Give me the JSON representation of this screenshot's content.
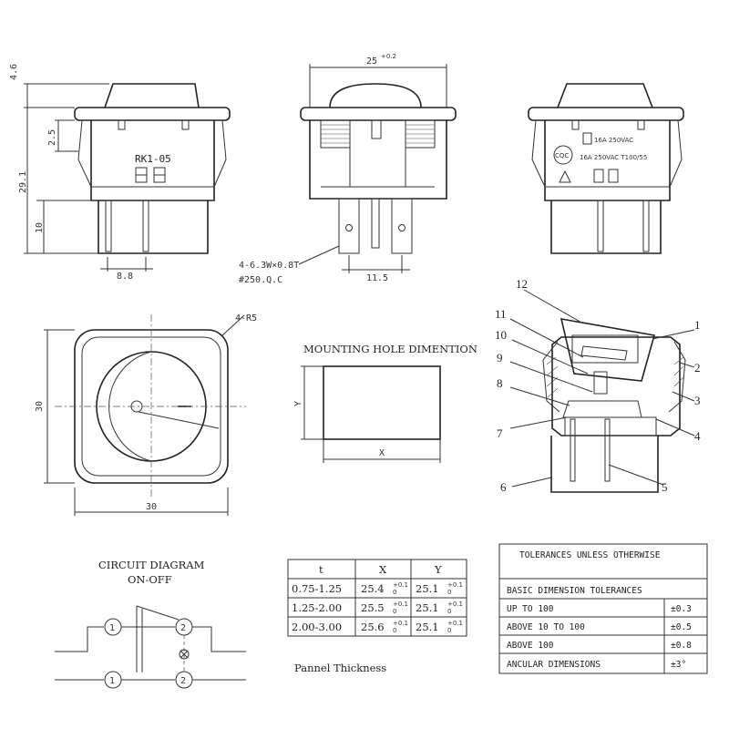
{
  "dimensions": {
    "top_height": "4.6",
    "upper_height": "2.5",
    "total_height": "29.1",
    "pin_height": "10",
    "pin_spacing": "8.8",
    "width_top": "25",
    "width_top_tol": "+0.2",
    "pin_pitch": "11.5",
    "terminal_spec_line1": "4-6.3W×0.8T",
    "terminal_spec_line2": "#250.Q.C",
    "front_corner": "4-R5",
    "front_width": "30",
    "front_height": "30"
  },
  "labels": {
    "model": "RK1-05",
    "rating1": "16A 250VAC",
    "rating2": "16A 250VAC T100/55",
    "cqc": "CQC",
    "mounting_title": "MOUNTING HOLE DIMENTION",
    "mount_x": "X",
    "mount_y": "Y",
    "circuit_title": "CIRCUIT DIAGRAM",
    "circuit_subtitle": "ON-OFF",
    "panel_thickness": "Pannel Thickness",
    "node_1": "1",
    "node_2": "2"
  },
  "callouts": [
    "1",
    "2",
    "3",
    "4",
    "5",
    "6",
    "7",
    "8",
    "9",
    "10",
    "11",
    "12"
  ],
  "panel_table": {
    "headers": [
      "t",
      "X",
      "Y"
    ],
    "rows": [
      [
        "0.75-1.25",
        "25.4",
        "25.1"
      ],
      [
        "1.25-2.00",
        "25.5",
        "25.1"
      ],
      [
        "2.00-3.00",
        "25.6",
        "25.1"
      ]
    ],
    "tol_sup": "+0.1",
    "tol_sub": "0"
  },
  "tolerances": {
    "title": "TOLERANCES UNLESS OTHERWISE",
    "subtitle": "BASIC DIMENSION TOLERANCES",
    "rows": [
      [
        "UP TO 100",
        "±0.3"
      ],
      [
        "ABOVE 10 TO 100",
        "±0.5"
      ],
      [
        "ABOVE 100",
        "±0.8"
      ],
      [
        "ANCULAR DIMENSIONS",
        "±3°"
      ]
    ]
  }
}
